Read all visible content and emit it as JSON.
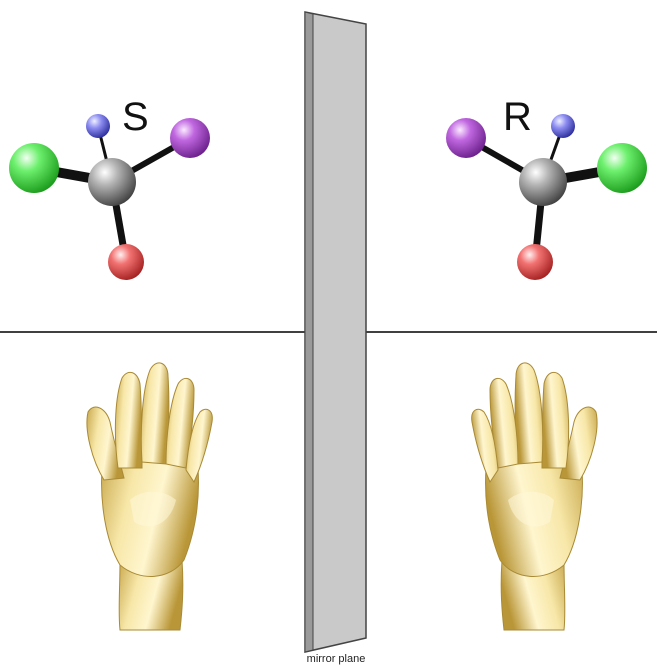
{
  "labels": {
    "left_molecule": "S",
    "right_molecule": "R",
    "mirror": "mirror plane"
  },
  "colors": {
    "background": "#ffffff",
    "mirror_fill": "#c9c9c9",
    "carbon": "#7d7d7d",
    "hydrogen": "#6b6bd6",
    "fluorine_green": "#55e055",
    "iodine_purple": "#b04fd0",
    "oxygen_red": "#ec5c5c",
    "hand_fill": "#f0d98a"
  },
  "icons": {
    "left_molecule": "tetrahedral-molecule-icon",
    "right_molecule": "tetrahedral-molecule-icon",
    "left_hand": "left-hand-icon",
    "right_hand": "right-hand-icon"
  }
}
